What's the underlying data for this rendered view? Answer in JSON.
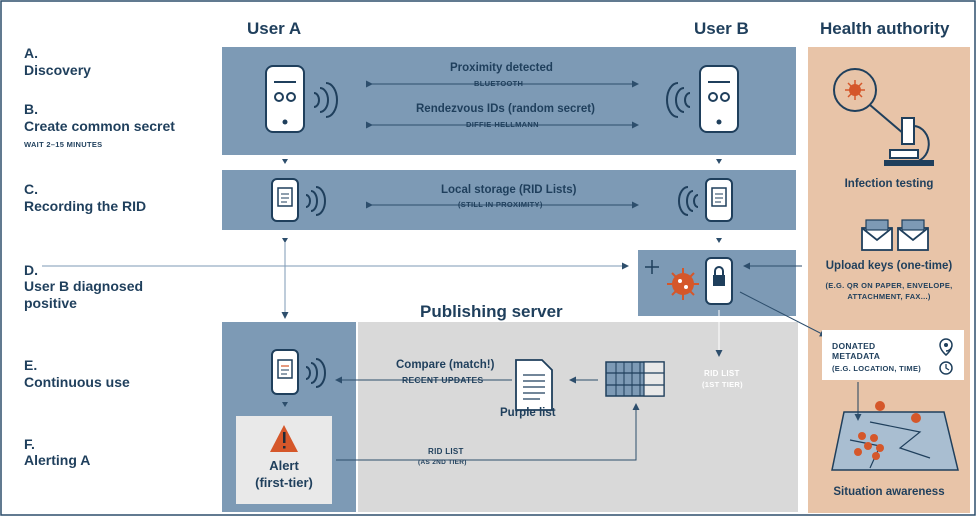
{
  "columns": {
    "user_a": "User A",
    "user_b": "User B",
    "health_authority": "Health authority",
    "publishing_server": "Publishing server"
  },
  "steps": [
    {
      "letter": "A.",
      "title": "Discovery"
    },
    {
      "letter": "B.",
      "title": "Create common secret",
      "note": "WAIT 2–15 MINUTES"
    },
    {
      "letter": "C.",
      "title": "Recording the RID"
    },
    {
      "letter": "D.",
      "title": "User B diagnosed",
      "title2": "positive"
    },
    {
      "letter": "E.",
      "title": "Continuous use"
    },
    {
      "letter": "F.",
      "title": "Alerting A"
    }
  ],
  "links": {
    "proximity": "Proximity detected",
    "bluetooth": "BLUETOOTH",
    "rendezvous": "Rendezvous IDs (random secret)",
    "diffie": "DIFFIE-HELLMANN",
    "local_storage": "Local storage (RID Lists)",
    "still_proximity": "(STILL IN PROXIMITY)",
    "compare": "Compare (match!)",
    "recent_updates": "RECENT UPDATES",
    "purple_list": "Purple list",
    "rid_list_1": "RID LIST",
    "rid_list_1_sub": "(1ST TIER)",
    "rid_list_2": "RID LIST",
    "rid_list_2_sub": "(AS 2ND TIER)"
  },
  "alert": {
    "line1": "Alert",
    "line2": "(first-tier)"
  },
  "health": {
    "infection_testing": "Infection testing",
    "upload_keys": "Upload keys (one-time)",
    "upload_note_1": "(E.G. QR ON PAPER, ENVELOPE,",
    "upload_note_2": "ATTACHMENT, FAX...)",
    "donated_1": "DONATED",
    "donated_2": "METADATA",
    "donated_3": "(E.G. LOCATION, TIME)",
    "situation": "Situation awareness"
  },
  "colors": {
    "panel_blue": "#7d9ab5",
    "health_bg": "#e8c4a8",
    "server_bg": "#d9d9d9",
    "accent": "#d5572a",
    "dark_text": "#1f3f5c"
  }
}
